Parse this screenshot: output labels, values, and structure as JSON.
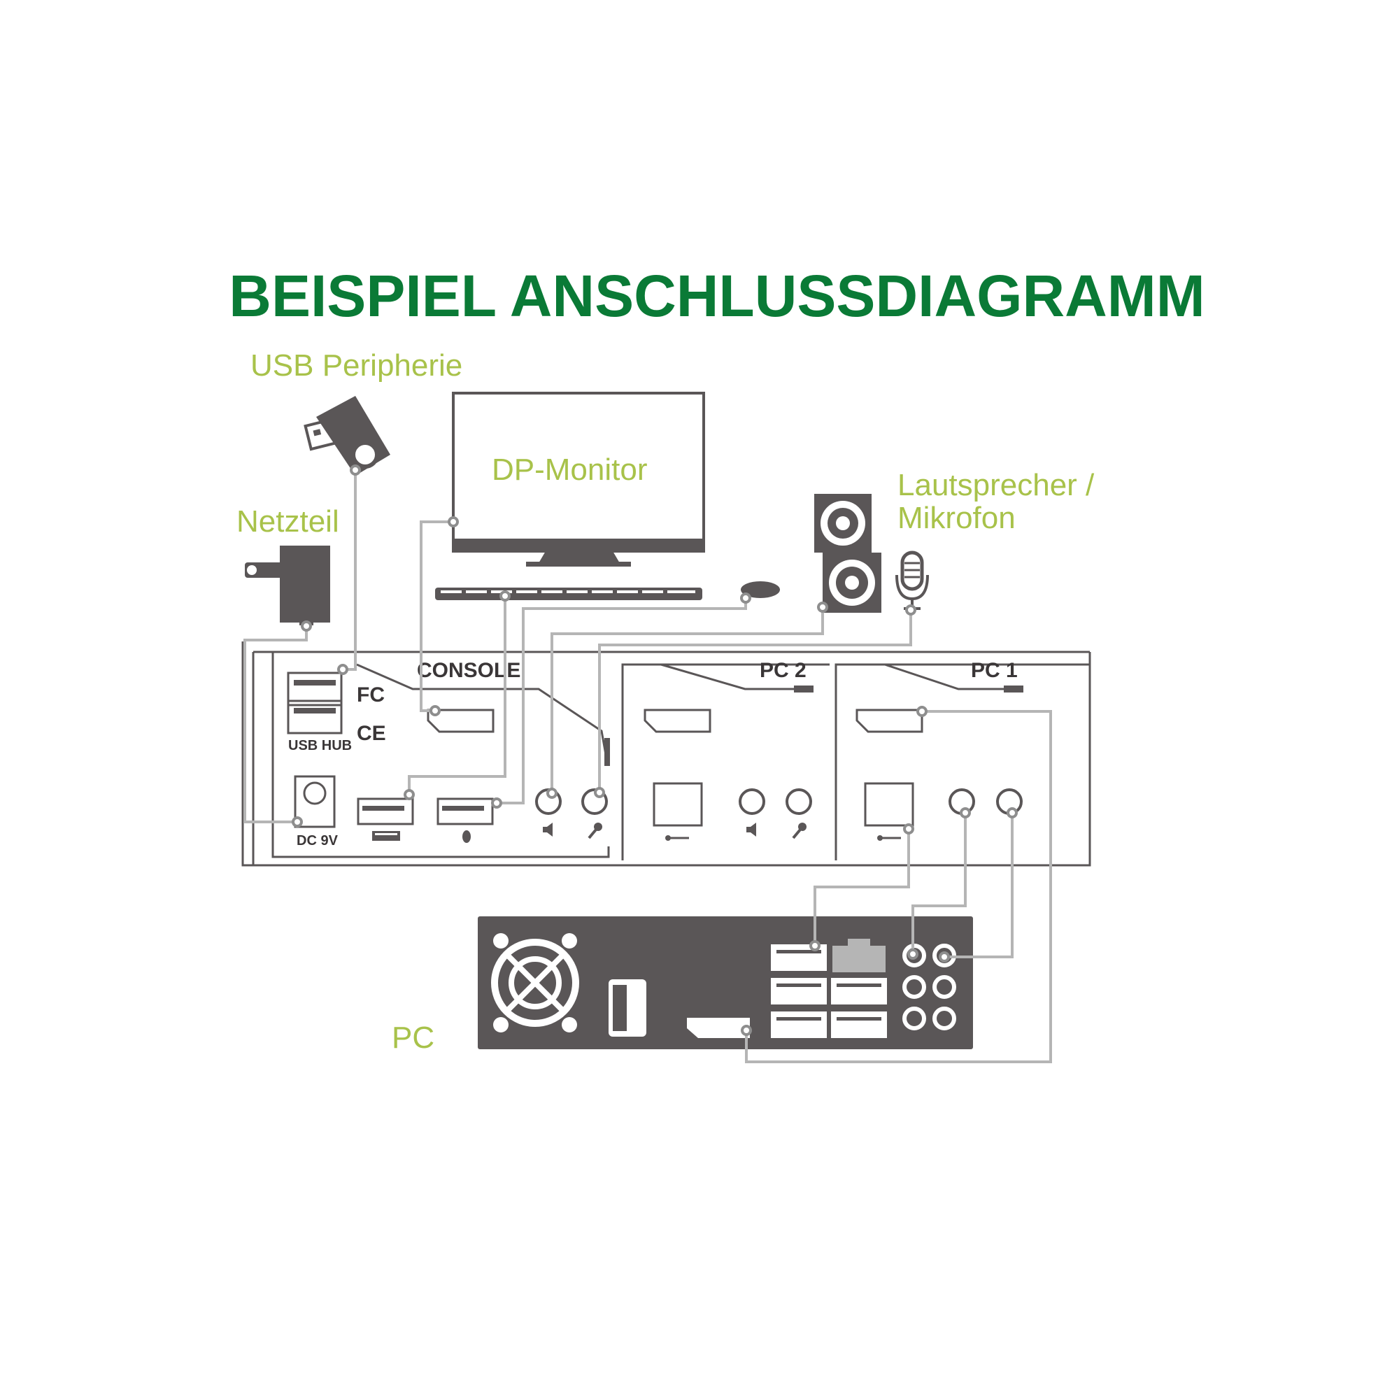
{
  "title": "BEISPIEL ANSCHLUSSDIAGRAMM",
  "labels": {
    "usb_peripherie": "USB Peripherie",
    "netzteil": "Netzteil",
    "dp_monitor": "DP-Monitor",
    "lautsprecher_line1": "Lautsprecher /",
    "lautsprecher_line2": "Mikrofon",
    "pc": "PC"
  },
  "panel": {
    "console": "CONSOLE",
    "pc2": "PC 2",
    "pc1": "PC 1",
    "usb_hub": "USB HUB",
    "dc": "DC 9V",
    "fc": "FC",
    "ce": "CE"
  },
  "colors": {
    "title": "#0a7a36",
    "label": "#a8c24a",
    "device": "#5a5657",
    "cable": "#b5b5b5"
  }
}
